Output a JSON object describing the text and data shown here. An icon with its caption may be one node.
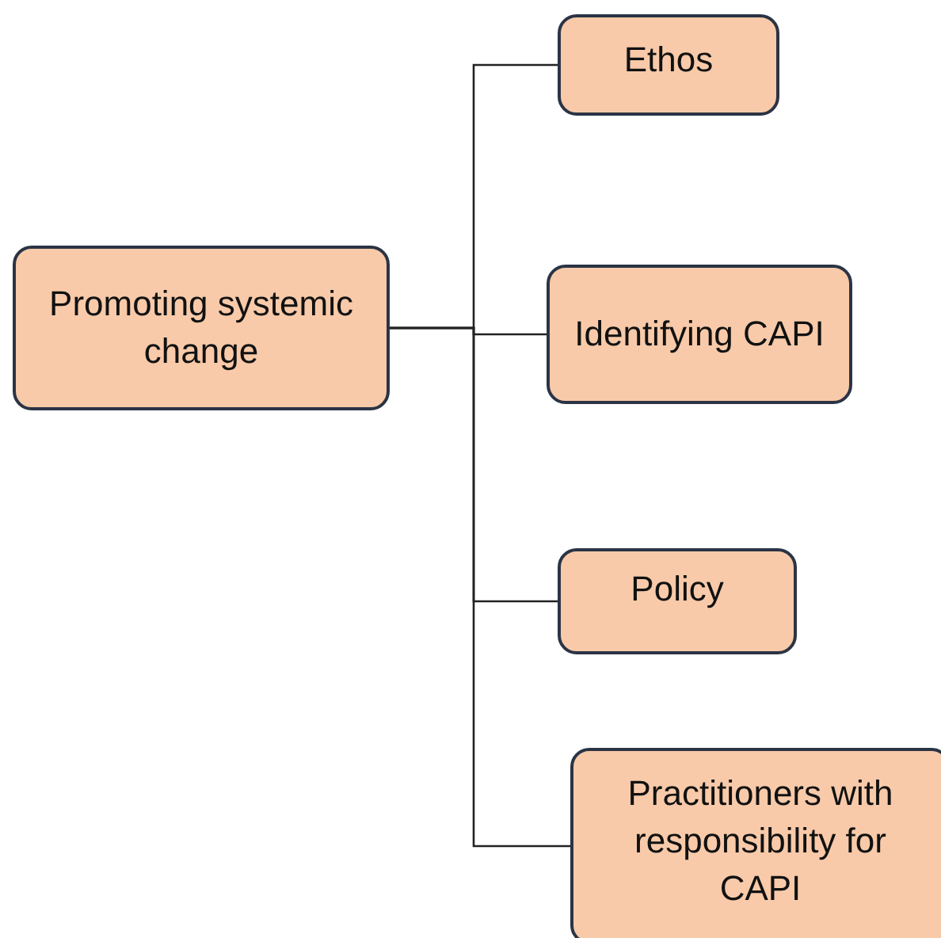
{
  "diagram": {
    "nodes": [
      {
        "text": [
          "Promoting systemic change"
        ]
      },
      {
        "text": [
          "Ethos"
        ]
      },
      {
        "text": [
          "Identifying CAPI"
        ]
      },
      {
        "text": [
          "Policy"
        ]
      },
      {
        "text": [
          "Practitioners with responsibility for CAPI"
        ]
      }
    ],
    "edges": [
      {
        "from": 0,
        "to": 1,
        "arrow": "none"
      },
      {
        "from": 0,
        "to": 2,
        "arrow": "none"
      },
      {
        "from": 0,
        "to": 3,
        "arrow": "none"
      },
      {
        "from": 0,
        "to": 4,
        "arrow": "none"
      }
    ]
  }
}
